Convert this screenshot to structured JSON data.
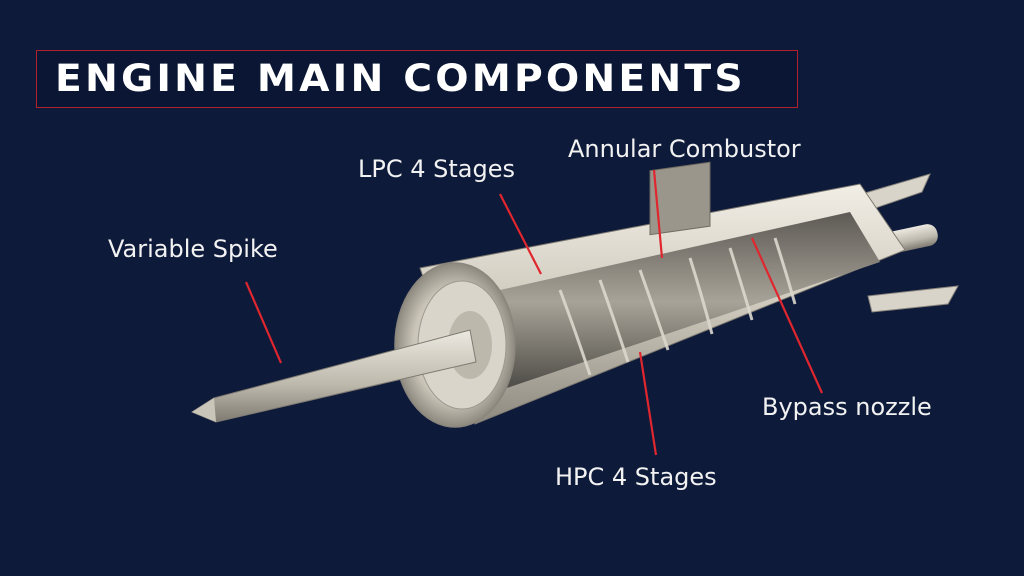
{
  "title": "ENGINE MAIN COMPONENTS",
  "labels": {
    "variable_spike": "Variable Spike",
    "lpc": "LPC 4 Stages",
    "combustor": "Annular Combustor",
    "hpc": "HPC 4 Stages",
    "bypass": "Bypass nozzle"
  },
  "colors": {
    "background": "#0d1a3a",
    "accent": "#e0262e",
    "frame": "#b2202a",
    "text": "#f2f2f2"
  }
}
